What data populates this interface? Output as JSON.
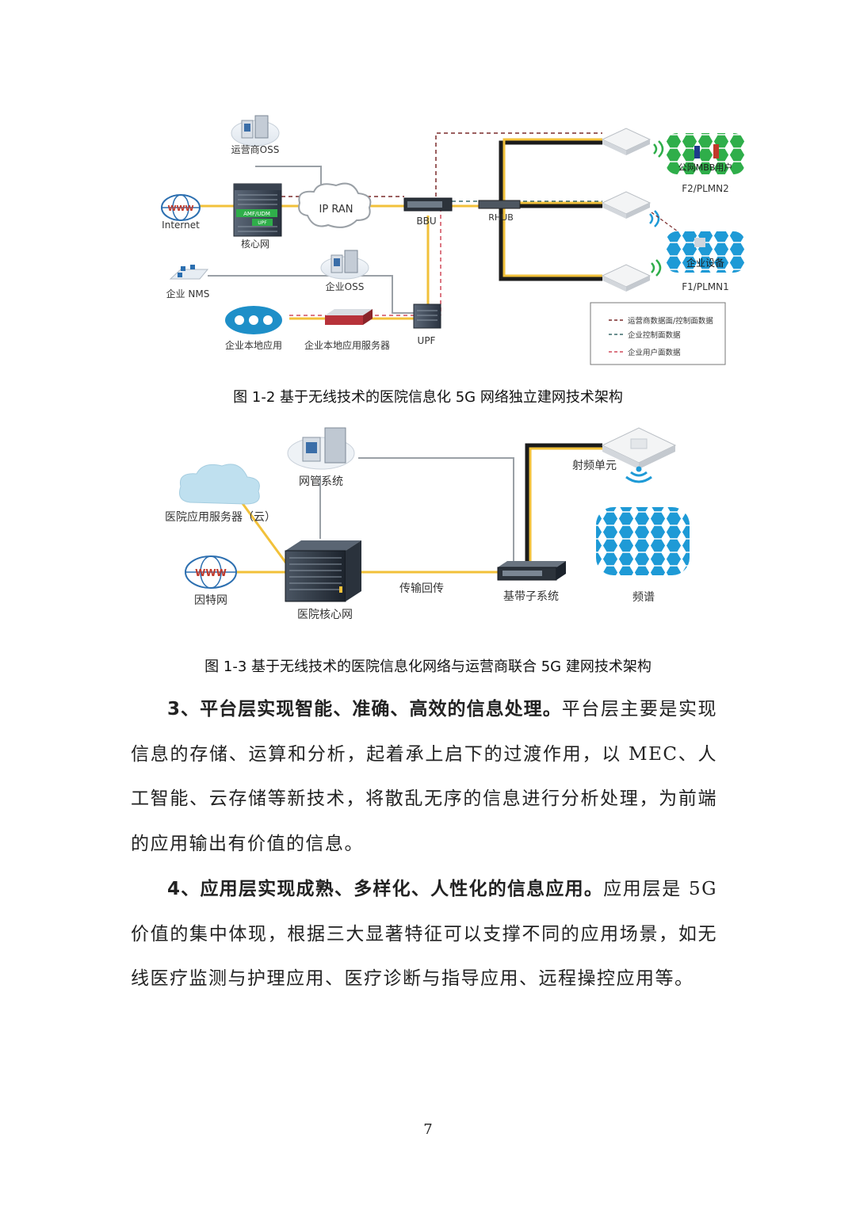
{
  "figure1": {
    "labels": {
      "oss": "运营商OSS",
      "internet": "Internet",
      "www": "WWW",
      "core": "核心网",
      "amf": "AMF/UDM",
      "upf_small": "UPF",
      "ipran": "IP RAN",
      "bbu": "BBU",
      "rhub": "RHUB",
      "enterprise_nms": "企业 NMS",
      "enterprise_oss": "企业OSS",
      "local_app": "企业本地应用",
      "local_server": "企业本地应用服务器",
      "upf": "UPF",
      "public_mbb": "公网MBB用户",
      "f2": "F2/PLMN2",
      "enterprise_device": "企业设备",
      "f1": "F1/PLMN1"
    },
    "legend": [
      {
        "label": "运营商数据面/控制面数据",
        "color": "#7a2a2a"
      },
      {
        "label": "企业控制面数据",
        "color": "#3a6a6a"
      },
      {
        "label": "企业用户面数据",
        "color": "#d04a5a"
      }
    ],
    "caption": "图 1-2  基于无线技术的医院信息化 5G 网络独立建网技术架构"
  },
  "figure2": {
    "labels": {
      "nms": "网管系统",
      "cloud_server": "医院应用服务器（云）",
      "internet": "因特网",
      "www": "WWW",
      "core": "医院核心网",
      "transport": "传输回传",
      "baseband": "基带子系统",
      "rf_unit": "射频单元",
      "spectrum": "频谱"
    },
    "caption": "图 1-3  基于无线技术的医院信息化网络与运营商联合 5G 建网技术架构"
  },
  "paragraphs": [
    {
      "lead": "3、平台层实现智能、准确、高效的信息处理。",
      "body": "平台层主要是实现信息的存储、运算和分析，起着承上启下的过渡作用，以 MEC、人工智能、云存储等新技术，将散乱无序的信息进行分析处理，为前端的应用输出有价值的信息。"
    },
    {
      "lead": "4、应用层实现成熟、多样化、人性化的信息应用。",
      "body": "应用层是 5G 价值的集中体现，根据三大显著特征可以支撑不同的应用场景，如无线医疗监测与护理应用、医疗诊断与指导应用、远程操控应用等。"
    }
  ],
  "page_number": "7"
}
